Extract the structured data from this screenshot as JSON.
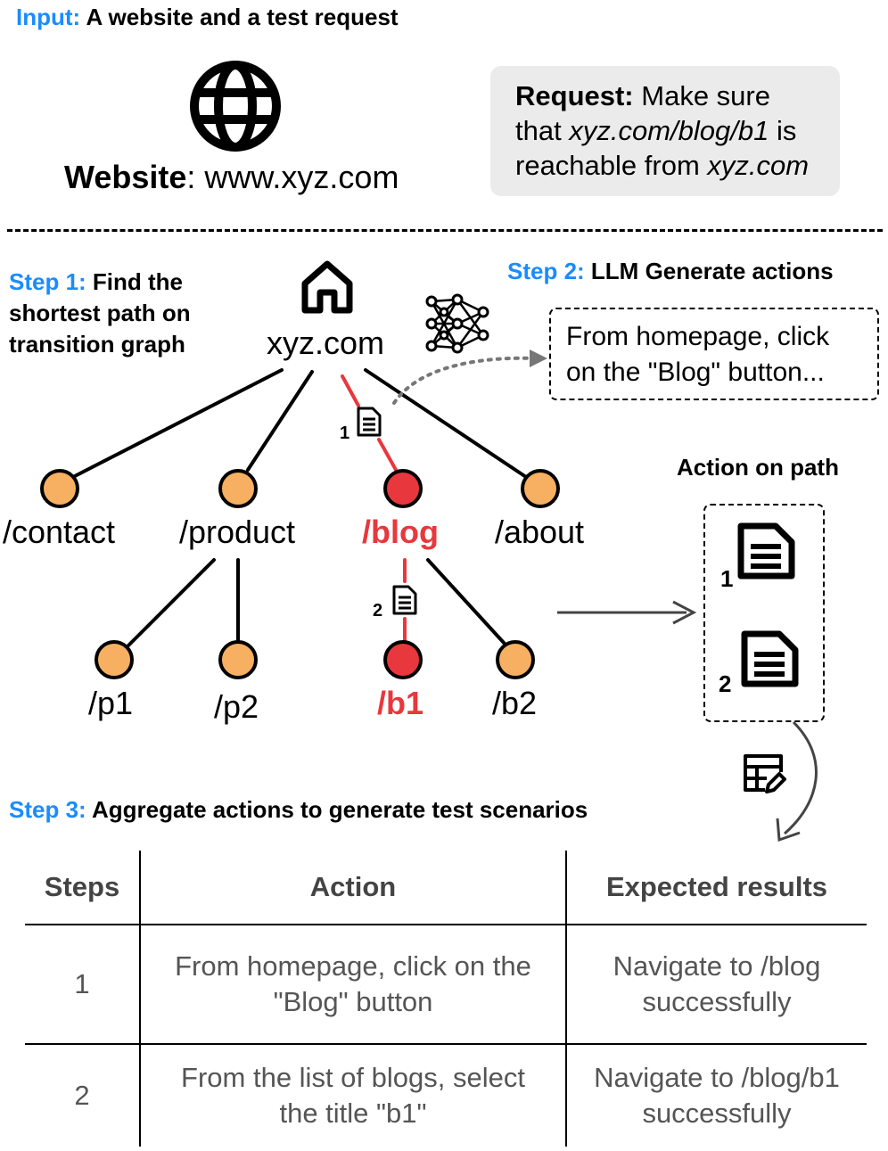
{
  "input": {
    "heading_prefix": "Input:",
    "heading_text": "A website and a test request",
    "website_label": "Website",
    "website_sep": ":",
    "website_url": "www.xyz.com",
    "request_label": "Request:",
    "request_line1": "Make sure",
    "request_line2_a": "that",
    "request_line2_b": "xyz.com/blog/b1",
    "request_line2_c": "is",
    "request_line3_a": "reachable from",
    "request_line3_b": "xyz.com"
  },
  "step1": {
    "prefix": "Step 1:",
    "line1": "Find the",
    "line2": "shortest path on",
    "line3": "transition graph"
  },
  "step2": {
    "prefix": "Step 2:",
    "text": "LLM Generate actions",
    "box_line1": "From homepage, click",
    "box_line2": "on the \"Blog\" button..."
  },
  "graph": {
    "root": "xyz.com",
    "level1": [
      "/contact",
      "/product",
      "/blog",
      "/about"
    ],
    "level2": [
      "/p1",
      "/p2",
      "/b1",
      "/b2"
    ],
    "edge_numbers": [
      "1",
      "2"
    ]
  },
  "action_on_path": {
    "title": "Action on path",
    "numbers": [
      "1",
      "2"
    ]
  },
  "step3": {
    "prefix": "Step 3:",
    "text": "Aggregate actions to generate test scenarios"
  },
  "table": {
    "headers": [
      "Steps",
      "Action",
      "Expected results"
    ],
    "rows": [
      {
        "step": "1",
        "action_l1": "From homepage, click on the",
        "action_l2": "\"Blog\" button",
        "result_l1": "Navigate to /blog",
        "result_l2": "successfully"
      },
      {
        "step": "2",
        "action_l1": "From the list of blogs, select",
        "action_l2": "the title \"b1\"",
        "result_l1": "Navigate to /blog/b1",
        "result_l2": "successfully"
      }
    ]
  },
  "colors": {
    "accent_blue": "#1a8cff",
    "path_red": "#e8383d",
    "node_orange": "#f7b061",
    "request_bg": "#ebebeb"
  }
}
